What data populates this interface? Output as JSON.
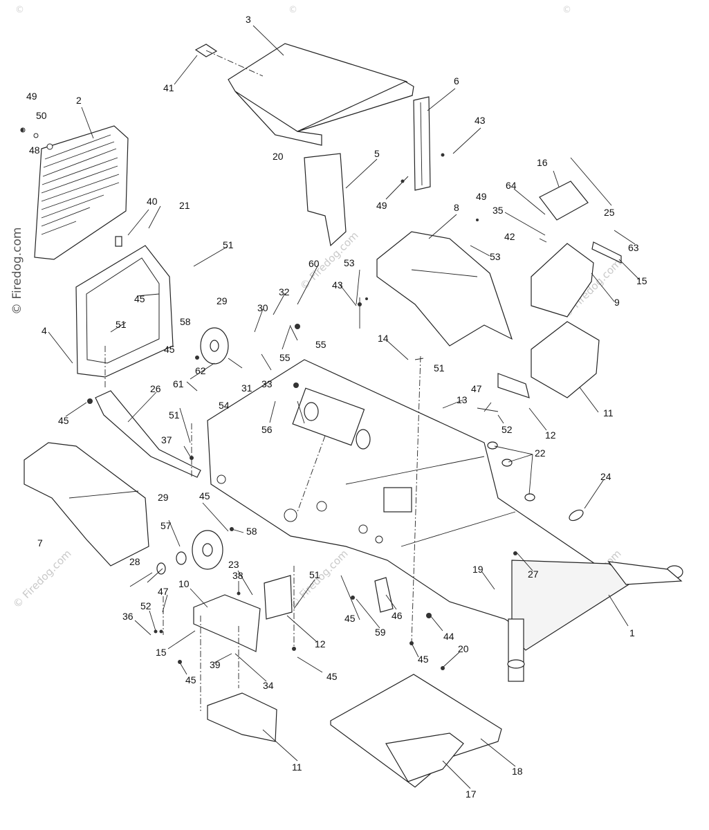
{
  "watermark": {
    "vertical_text": "© Firedog.com",
    "diagonal_text": "© Firedog.com",
    "corner_mark": "©"
  },
  "callouts": [
    {
      "id": "c3",
      "text": "3"
    },
    {
      "id": "c41",
      "text": "41"
    },
    {
      "id": "c49a",
      "text": "49"
    },
    {
      "id": "c50",
      "text": "50"
    },
    {
      "id": "c2",
      "text": "2"
    },
    {
      "id": "c48",
      "text": "48"
    },
    {
      "id": "c6",
      "text": "6"
    },
    {
      "id": "c43a",
      "text": "43"
    },
    {
      "id": "c20a",
      "text": "20"
    },
    {
      "id": "c5",
      "text": "5"
    },
    {
      "id": "c49b",
      "text": "49"
    },
    {
      "id": "c16",
      "text": "16"
    },
    {
      "id": "c64",
      "text": "64"
    },
    {
      "id": "c25",
      "text": "25"
    },
    {
      "id": "c40",
      "text": "40"
    },
    {
      "id": "c21",
      "text": "21"
    },
    {
      "id": "c49c",
      "text": "49"
    },
    {
      "id": "c35",
      "text": "35"
    },
    {
      "id": "c8",
      "text": "8"
    },
    {
      "id": "c42",
      "text": "42"
    },
    {
      "id": "c63",
      "text": "63"
    },
    {
      "id": "c51a",
      "text": "51"
    },
    {
      "id": "c53a",
      "text": "53"
    },
    {
      "id": "c15a",
      "text": "15"
    },
    {
      "id": "c60",
      "text": "60"
    },
    {
      "id": "c53b",
      "text": "53"
    },
    {
      "id": "c32",
      "text": "32"
    },
    {
      "id": "c43b",
      "text": "43"
    },
    {
      "id": "c9",
      "text": "9"
    },
    {
      "id": "c30",
      "text": "30"
    },
    {
      "id": "c45a",
      "text": "45"
    },
    {
      "id": "c29a",
      "text": "29"
    },
    {
      "id": "c4",
      "text": "4"
    },
    {
      "id": "c58a",
      "text": "58"
    },
    {
      "id": "c55a",
      "text": "55"
    },
    {
      "id": "c51b",
      "text": "51"
    },
    {
      "id": "c45b",
      "text": "45"
    },
    {
      "id": "c14",
      "text": "14"
    },
    {
      "id": "c51c",
      "text": "51"
    },
    {
      "id": "c62",
      "text": "62"
    },
    {
      "id": "c31",
      "text": "31"
    },
    {
      "id": "c33",
      "text": "33"
    },
    {
      "id": "c55b",
      "text": "55"
    },
    {
      "id": "c47a",
      "text": "47"
    },
    {
      "id": "c11a",
      "text": "11"
    },
    {
      "id": "c61",
      "text": "61"
    },
    {
      "id": "c26",
      "text": "26"
    },
    {
      "id": "c13",
      "text": "13"
    },
    {
      "id": "c45c",
      "text": "45"
    },
    {
      "id": "c54",
      "text": "54"
    },
    {
      "id": "c56",
      "text": "56"
    },
    {
      "id": "c52a",
      "text": "52"
    },
    {
      "id": "c12a",
      "text": "12"
    },
    {
      "id": "c51d",
      "text": "51"
    },
    {
      "id": "c22",
      "text": "22"
    },
    {
      "id": "c37",
      "text": "37"
    },
    {
      "id": "c24",
      "text": "24"
    },
    {
      "id": "c45d",
      "text": "45"
    },
    {
      "id": "c29b",
      "text": "29"
    },
    {
      "id": "c57",
      "text": "57"
    },
    {
      "id": "c7",
      "text": "7"
    },
    {
      "id": "c58b",
      "text": "58"
    },
    {
      "id": "c28",
      "text": "28"
    },
    {
      "id": "c19",
      "text": "19"
    },
    {
      "id": "c27",
      "text": "27"
    },
    {
      "id": "c38",
      "text": "38"
    },
    {
      "id": "c23",
      "text": "23"
    },
    {
      "id": "c51e",
      "text": "51"
    },
    {
      "id": "c10",
      "text": "10"
    },
    {
      "id": "c47b",
      "text": "47"
    },
    {
      "id": "c52b",
      "text": "52"
    },
    {
      "id": "c36",
      "text": "36"
    },
    {
      "id": "c45e",
      "text": "45"
    },
    {
      "id": "c59",
      "text": "59"
    },
    {
      "id": "c46",
      "text": "46"
    },
    {
      "id": "c1",
      "text": "1"
    },
    {
      "id": "c15b",
      "text": "15"
    },
    {
      "id": "c12b",
      "text": "12"
    },
    {
      "id": "c44",
      "text": "44"
    },
    {
      "id": "c20b",
      "text": "20"
    },
    {
      "id": "c45f",
      "text": "45"
    },
    {
      "id": "c39",
      "text": "39"
    },
    {
      "id": "c34",
      "text": "34"
    },
    {
      "id": "c45g",
      "text": "45"
    },
    {
      "id": "c45h",
      "text": "45"
    },
    {
      "id": "c11b",
      "text": "11"
    },
    {
      "id": "c18",
      "text": "18"
    },
    {
      "id": "c17",
      "text": "17"
    }
  ]
}
